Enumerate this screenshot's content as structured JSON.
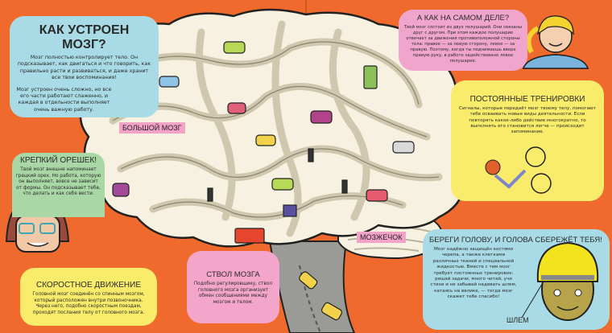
{
  "intro": {
    "title": "КАК УСТРОЕН МОЗГ?",
    "p1": "Мозг полностью контролирует тело. Он подсказывает, как двигаться и что говорить, как правильно расти и развиваться, и даже хранит все твои воспоминания!",
    "p2": "Мозг устроен очень сложно, но все его части работают слаженно, и каждая в отдельности выполняет очень важную работу."
  },
  "nut": {
    "title": "КРЕПКИЙ ОРЕШЕК!",
    "text": "Твой мозг внешне напоминает грецкий орех. Но работа, которую он выполняет, вовсе не зависит от формы. Он подсказывает тебе, что делать и как себя вести."
  },
  "speed": {
    "title": "СКОРОСТНОЕ ДВИЖЕНИЕ",
    "text": "Головной мозг соединён со спинным мозгом, который расположен внутри позвоночника. Через него, подобно скоростным поездам, проходят послания телу от головного мозга."
  },
  "stem": {
    "title": "СТВОЛ МОЗГА",
    "text": "Подобно регулировщику, ствол головного мозга организует обмен сообщениями между мозгом и телом."
  },
  "reality": {
    "title": "А КАК НА САМОМ ДЕЛЕ?",
    "text": "Твой мозг состоит из двух полушарий. Они связаны друг с другом. При этом каждое полушарие отвечает за движения противоположной стороны тела: правое — за левую сторону, левое — за правую. Поэтому, когда ты поднимаешь вверх правую руку, в работе задействовано левое полушарие."
  },
  "training": {
    "title": "ПОСТОЯННЫЕ ТРЕНИРОВКИ",
    "text": "Сигналы, которые передаёт мозг твоему телу, помогают тебе осваивать новые виды деятельности. Если повторять какое-либо действие многократно, то выполнять его становится легче — происходит запоминание."
  },
  "helmet": {
    "title": "БЕРЕГИ ГОЛОВУ, И ГОЛОВА СБЕРЕЖЁТ ТЕБЯ!",
    "text": "Мозг надёжно защищён костями черепа, а также клетками различных тканей и специальной жидкостью. Вместе с тем мозг требует постоянных тренировок: решай задачи, много читай, учи стихи и не забывай надевать шлем, катаясь на велике, — тогда мозг скажет тебе спасибо!",
    "label": "ШЛЕМ"
  },
  "labels": {
    "cerebrum": "БОЛЬШОЙ МОЗГ",
    "cerebellum": "МОЗЖЕЧОК"
  },
  "colors": {
    "background": "#ef6a2c",
    "blue": "#a8dbe5",
    "green": "#a9d8a6",
    "yellow": "#f8ec6a",
    "pink": "#f3a6c9",
    "brain": "#f6f1e1"
  }
}
